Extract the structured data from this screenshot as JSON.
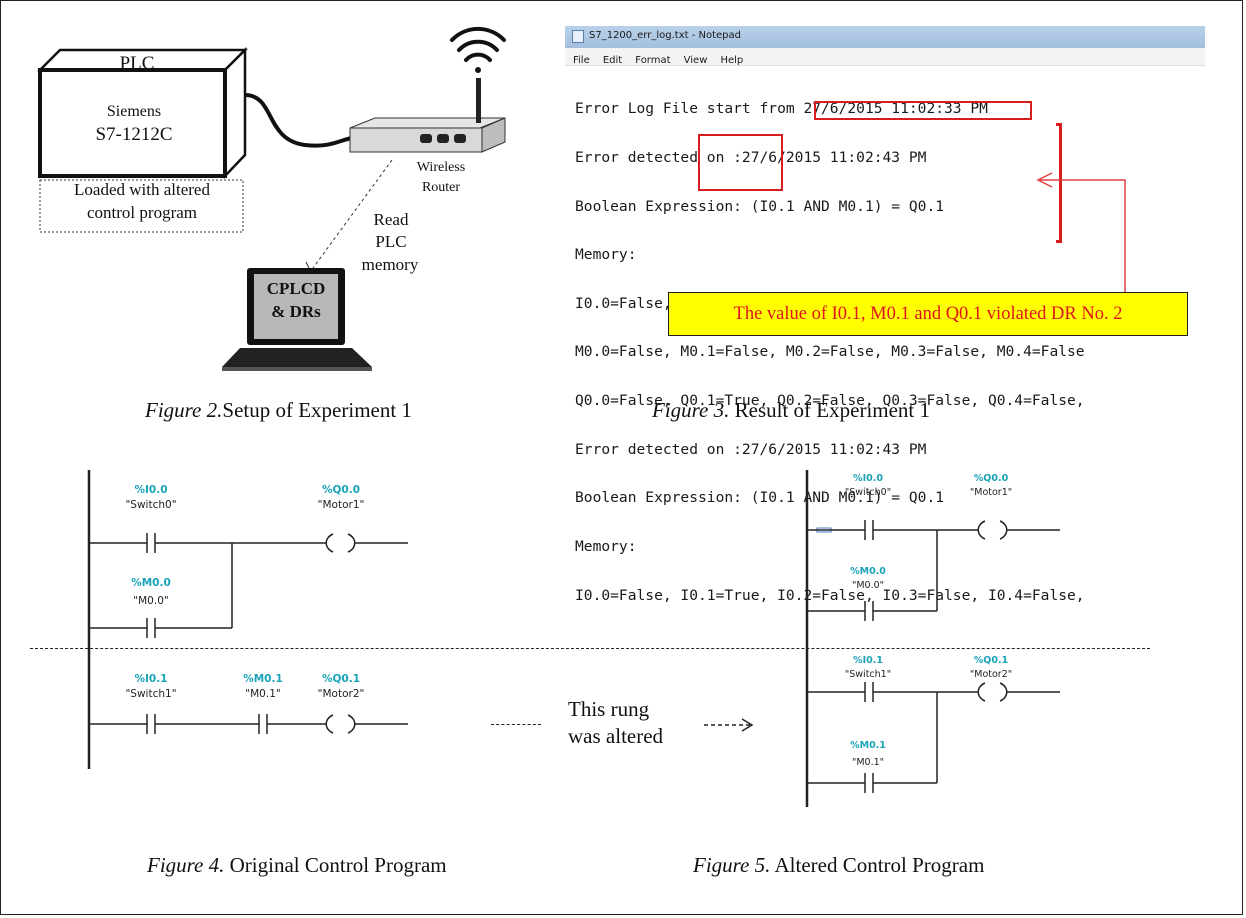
{
  "figure2": {
    "caption_fig": "Figure 2.",
    "caption_text": "Setup of Experiment 1",
    "plc_title": "PLC",
    "plc_model_line1": "Siemens",
    "plc_model_line2": "S7-1212C",
    "plc_note_line1": "Loaded with altered",
    "plc_note_line2": "control program",
    "router_line1": "Wireless",
    "router_line2": "Router",
    "read_line1": "Read",
    "read_line2": "PLC",
    "read_line3": "memory",
    "laptop_line1": "CPLCD",
    "laptop_line2": "& DRs"
  },
  "figure3": {
    "caption_fig": "Figure 3.",
    "caption_text": "Result of Experiment 1",
    "window_title": "S7_1200_err_log.txt - Notepad",
    "menu": [
      "File",
      "Edit",
      "Format",
      "View",
      "Help"
    ],
    "lines": [
      "Error Log File start from 27/6/2015 11:02:33 PM",
      "Error detected on :27/6/2015 11:02:43 PM",
      "Boolean Expression: (I0.1 AND M0.1) = Q0.1",
      "Memory:",
      "I0.0=False, I0.1=True, I0.2=False, I0.3=False, I0.4=False,",
      "M0.0=False, M0.1=False, M0.2=False, M0.3=False, M0.4=False",
      "Q0.0=False, Q0.1=True, Q0.2=False, Q0.3=False, Q0.4=False,",
      "Error detected on :27/6/2015 11:02:43 PM",
      "Boolean Expression: (I0.1 AND M0.1) = Q0.1",
      "Memory:",
      "I0.0=False, I0.1=True, I0.2=False, I0.3=False, I0.4=False,"
    ],
    "annotation": "The value of I0.1, M0.1 and Q0.1 violated DR No. 2"
  },
  "figure4": {
    "caption_fig": "Figure 4.",
    "caption_text": "Original Control Program",
    "rung1": {
      "contact_addr": "%I0.0",
      "contact_name": "\"Switch0\"",
      "coil_addr": "%Q0.0",
      "coil_name": "\"Motor1\"",
      "parallel_addr": "%M0.0",
      "parallel_name": "\"M0.0\""
    },
    "rung2": {
      "contact1_addr": "%I0.1",
      "contact1_name": "\"Switch1\"",
      "contact2_addr": "%M0.1",
      "contact2_name": "\"M0.1\"",
      "coil_addr": "%Q0.1",
      "coil_name": "\"Motor2\""
    }
  },
  "figure5": {
    "caption_fig": "Figure 5.",
    "caption_text": "Altered Control Program",
    "rung1": {
      "contact_addr": "%I0.0",
      "contact_name": "\"Switch0\"",
      "coil_addr": "%Q0.0",
      "coil_name": "\"Motor1\"",
      "parallel_addr": "%M0.0",
      "parallel_name": "\"M0.0\""
    },
    "rung2": {
      "contact_addr": "%I0.1",
      "contact_name": "\"Switch1\"",
      "coil_addr": "%Q0.1",
      "coil_name": "\"Motor2\"",
      "parallel_addr": "%M0.1",
      "parallel_name": "\"M0.1\""
    }
  },
  "altered_note": {
    "line1": "This rung",
    "line2": "was altered"
  }
}
